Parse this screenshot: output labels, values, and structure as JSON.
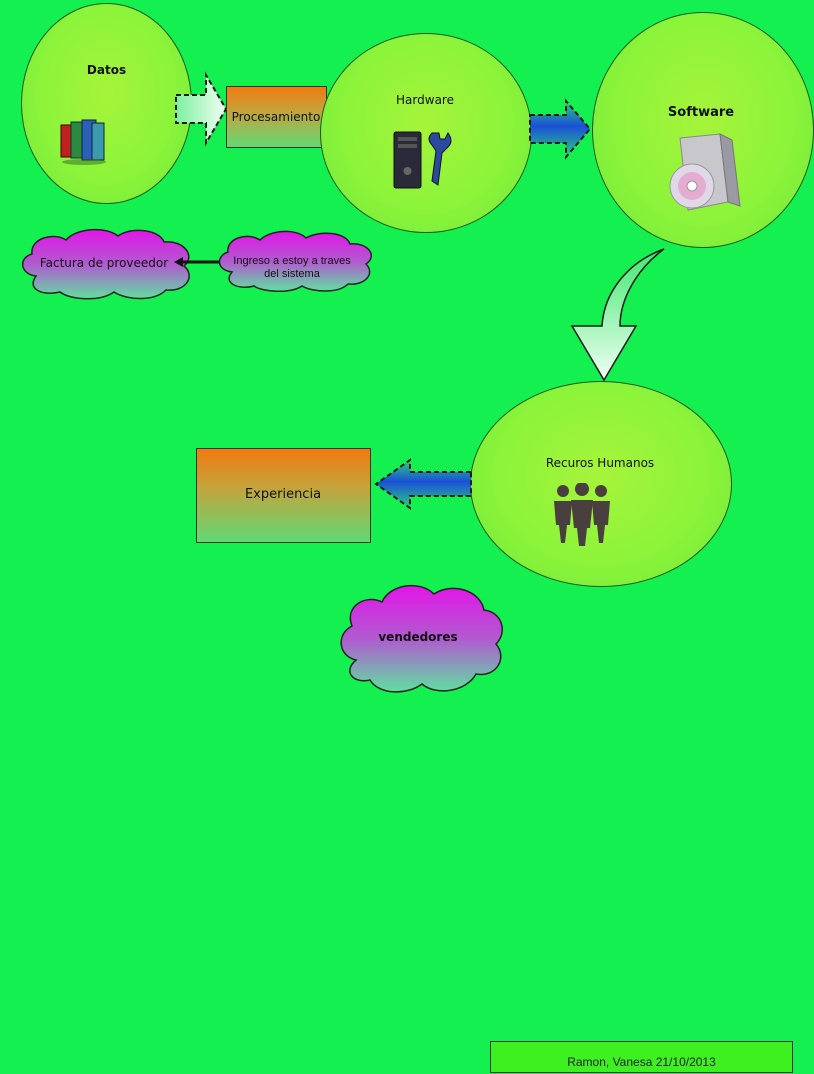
{
  "nodes": {
    "datos": "Datos",
    "procesamiento": "Procesamiento",
    "hardware": "Hardware",
    "software": "Software",
    "factura": "Factura de proveedor",
    "ingreso": "Ingreso a estoy a traves del sistema",
    "recursos_humanos": "Recuros Humanos",
    "experiencia": "Experiencia",
    "vendedores": "vendedores"
  },
  "icons": {
    "datos": "books-icon",
    "hardware": "computer-tower-wrench-icon",
    "software": "software-disc-box-icon",
    "recursos_humanos": "people-group-icon"
  },
  "footer": "Ramon, Vanesa 21/10/2013",
  "colors": {
    "background": "#14f04f",
    "circle_fill": "#8cf43a",
    "cloud_top": "#e216e8",
    "cloud_bottom": "#5fe0a0",
    "box_top": "#f07a10",
    "box_bottom": "#62d875",
    "arrow_blue": "#1a4fd8",
    "arrow_light": "#e8fff0"
  }
}
